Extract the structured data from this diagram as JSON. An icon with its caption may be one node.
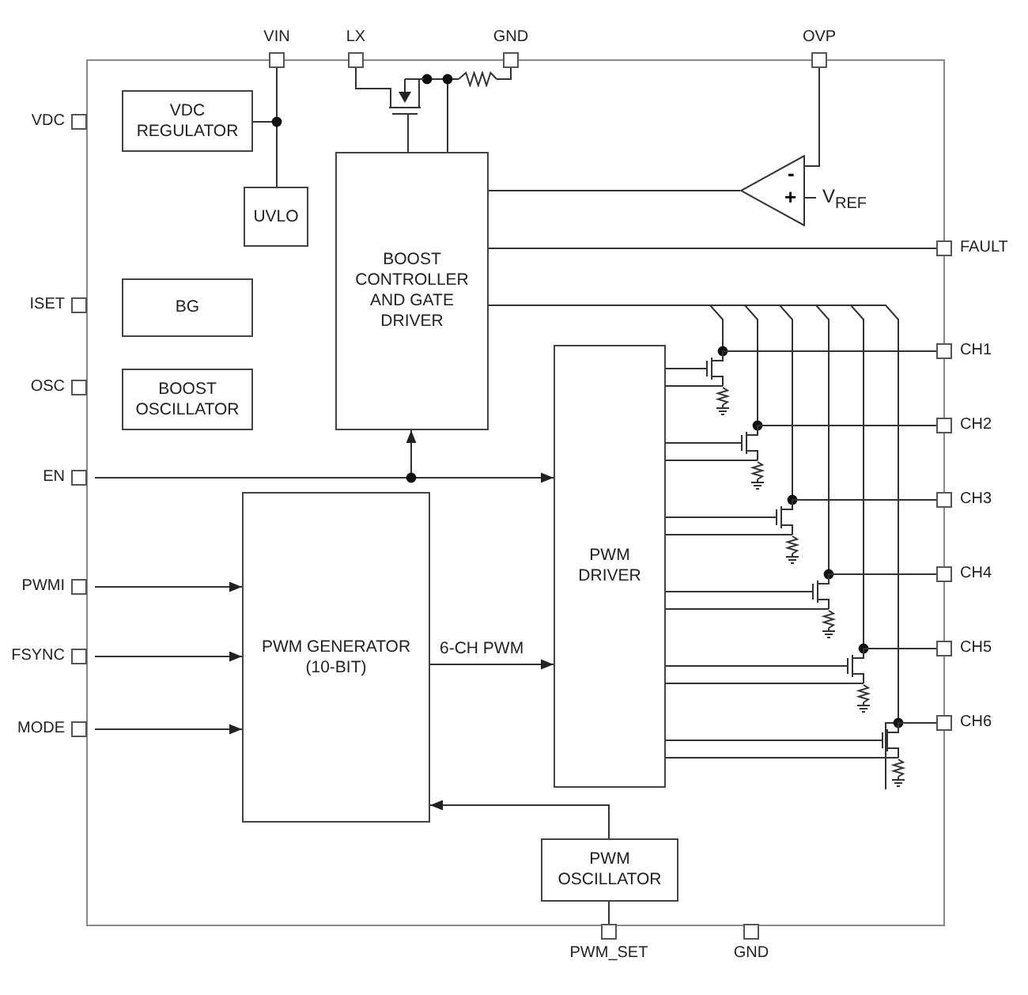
{
  "diagram": {
    "nodes": [
      {
        "text": [
          "VIN"
        ]
      },
      {
        "text": [
          "LX"
        ]
      },
      {
        "text": [
          "GND"
        ]
      },
      {
        "text": [
          "OVP"
        ]
      },
      {
        "text": [
          "VDC"
        ]
      },
      {
        "text": [
          "VDC REGULATOR"
        ]
      },
      {
        "text": [
          "UVLO"
        ]
      },
      {
        "text": [],
        "shape": "transistor"
      },
      {
        "text": [],
        "shape": "resistor"
      },
      {
        "text": [
          "BOOST CONTROLLER AND GATE DRIVER"
        ]
      },
      {
        "text": [
          "-",
          "+"
        ]
      },
      {
        "text": [
          "V$_{REF}$"
        ]
      },
      {
        "text": [
          "FAULT"
        ]
      },
      {
        "text": [
          "ISET"
        ]
      },
      {
        "text": [
          "BG"
        ]
      },
      {
        "text": [
          "OSC"
        ]
      },
      {
        "text": [
          "BOOST OSCILLATOR"
        ]
      },
      {
        "text": [
          "EN"
        ]
      },
      {
        "text": [
          "PWM DRIVER"
        ]
      },
      {
        "text": [],
        "shape": "transistor"
      },
      {
        "text": [],
        "shape": "transistor"
      },
      {
        "text": [],
        "shape": "transistor"
      },
      {
        "text": [],
        "shape": "transistor"
      },
      {
        "text": [],
        "shape": "transistor"
      },
      {
        "text": [],
        "shape": "transistor"
      },
      {
        "text": [
          "CH1"
        ]
      },
      {
        "text": [
          "CH2"
        ]
      },
      {
        "text": [
          "CH3"
        ]
      },
      {
        "text": [
          "CH4"
        ]
      },
      {
        "text": [
          "CH5"
        ]
      },
      {
        "text": [
          "CH6"
        ]
      },
      {
        "text": [
          "PWMI"
        ]
      },
      {
        "text": [
          "FSYNC"
        ]
      },
      {
        "text": [
          "MODE"
        ]
      },
      {
        "text": [
          "PWM GENERATOR (10-BIT)"
        ]
      },
      {
        "text": [
          "PWM OSCILLATOR"
        ]
      },
      {
        "text": [
          "PWM_SET"
        ]
      },
      {
        "text": [
          "GND"
        ]
      }
    ],
    "edges": [
      {
        "from": 0,
        "to": 5,
        "arrow": "none"
      },
      {
        "from": 0,
        "to": 6,
        "arrow": "none"
      },
      {
        "from": 1,
        "to": 7,
        "arrow": "none"
      },
      {
        "from": 7,
        "to": 8,
        "arrow": "none"
      },
      {
        "from": 8,
        "to": 2,
        "arrow": "none"
      },
      {
        "from": 9,
        "to": 7,
        "arrow": "none"
      },
      {
        "from": 9,
        "to": 8,
        "arrow": "none"
      },
      {
        "from": 3,
        "to": 10,
        "arrow": "none"
      },
      {
        "from": 11,
        "to": 10,
        "arrow": "none"
      },
      {
        "from": 10,
        "to": 9,
        "arrow": "none"
      },
      {
        "from": 9,
        "to": 12,
        "arrow": "none"
      },
      {
        "from": 17,
        "to": 18,
        "arrow": "to"
      },
      {
        "from": 17,
        "to": 9,
        "arrow": "to"
      },
      {
        "from": 9,
        "to": 19,
        "arrow": "none"
      },
      {
        "from": 9,
        "to": 20,
        "arrow": "none"
      },
      {
        "from": 9,
        "to": 21,
        "arrow": "none"
      },
      {
        "from": 9,
        "to": 22,
        "arrow": "none"
      },
      {
        "from": 9,
        "to": 23,
        "arrow": "none"
      },
      {
        "from": 9,
        "to": 24,
        "arrow": "none"
      },
      {
        "from": 18,
        "to": 19,
        "arrow": "none"
      },
      {
        "from": 18,
        "to": 19,
        "arrow": "none"
      },
      {
        "from": 18,
        "to": 20,
        "arrow": "none"
      },
      {
        "from": 18,
        "to": 20,
        "arrow": "none"
      },
      {
        "from": 18,
        "to": 21,
        "arrow": "none"
      },
      {
        "from": 18,
        "to": 21,
        "arrow": "none"
      },
      {
        "from": 18,
        "to": 22,
        "arrow": "none"
      },
      {
        "from": 18,
        "to": 22,
        "arrow": "none"
      },
      {
        "from": 18,
        "to": 23,
        "arrow": "none"
      },
      {
        "from": 18,
        "to": 23,
        "arrow": "none"
      },
      {
        "from": 18,
        "to": 24,
        "arrow": "none"
      },
      {
        "from": 18,
        "to": 24,
        "arrow": "none"
      },
      {
        "from": 19,
        "to": 25,
        "arrow": "none"
      },
      {
        "from": 20,
        "to": 26,
        "arrow": "none"
      },
      {
        "from": 21,
        "to": 27,
        "arrow": "none"
      },
      {
        "from": 22,
        "to": 28,
        "arrow": "none"
      },
      {
        "from": 23,
        "to": 29,
        "arrow": "none"
      },
      {
        "from": 24,
        "to": 30,
        "arrow": "none"
      },
      {
        "from": 31,
        "to": 34,
        "arrow": "to"
      },
      {
        "from": 32,
        "to": 34,
        "arrow": "to"
      },
      {
        "from": 33,
        "to": 34,
        "arrow": "to"
      },
      {
        "from": 34,
        "to": 18,
        "label": "6-CH PWM",
        "arrow": "to"
      },
      {
        "from": 35,
        "to": 34,
        "arrow": "to"
      },
      {
        "from": 36,
        "to": 35,
        "arrow": "none"
      }
    ]
  }
}
